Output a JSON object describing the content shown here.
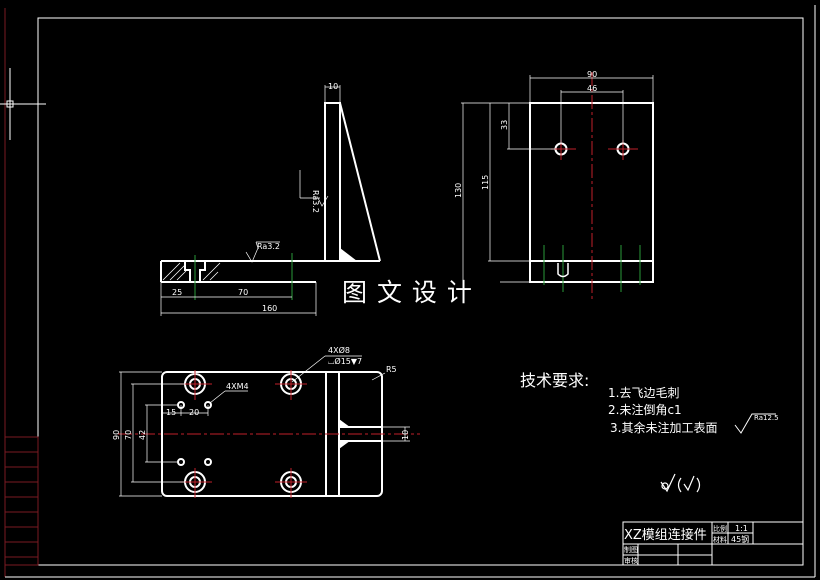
{
  "drawing": {
    "side_view": {
      "dims": {
        "thickness": "10",
        "offset_left": "25",
        "hole_spacing": "70",
        "length": "160"
      },
      "roughness": [
        "Ra3.2",
        "Ra3.2"
      ]
    },
    "front_view": {
      "dims": {
        "width": "90",
        "hole_spacing": "46",
        "hole_from_top": "33",
        "height_inner": "115",
        "height_total": "130"
      }
    },
    "bottom_view": {
      "dims": {
        "width": "90",
        "bolt_spacing": "70",
        "small_spacing": "42",
        "offset_x": "15",
        "small_pitch": "20",
        "slot_width": "10",
        "corner_radius": "R5"
      },
      "callouts": {
        "threaded": "4XM4",
        "counterbore_1": "4XØ8",
        "counterbore_2": "⌴Ø15▼7"
      }
    },
    "watermark": "图 文 设 计",
    "requirements": {
      "title": "技术要求:",
      "items": [
        "1.去飞边毛刺",
        "2.未注倒角c1",
        "3.其余未注加工表面"
      ],
      "roughness": "Ra12.5"
    },
    "title_block": {
      "part_name": "XZ模组连接件",
      "scale_label": "比例",
      "scale_value": "1:1",
      "material_label": "材料",
      "material_value": "45钢",
      "drawn_label": "制图",
      "checked_label": "审核"
    },
    "colors": {
      "background": "#000000",
      "lines": "#ffffff",
      "centerline": "#c0202a",
      "hidden": "#2a9a3a"
    }
  }
}
